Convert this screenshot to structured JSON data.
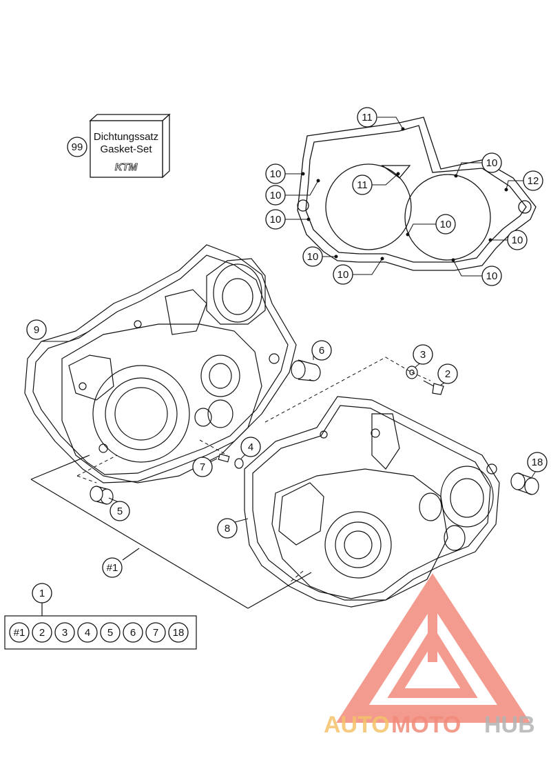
{
  "gasket_box": {
    "line1": "Dichtungssatz",
    "line2": "Gasket-Set",
    "logo": "KTM",
    "callout": "99"
  },
  "callouts": {
    "c1": "1",
    "c2": "2",
    "c3": "3",
    "c4": "4",
    "c5": "5",
    "c6": "6",
    "c7": "7",
    "c8": "8",
    "c9": "9",
    "c10": "10",
    "c11": "11",
    "c12": "12",
    "c18": "18",
    "set": "#1"
  },
  "set_legend": {
    "items": [
      "#1",
      "2",
      "3",
      "4",
      "5",
      "6",
      "7",
      "18"
    ]
  },
  "watermark": {
    "part1": "AUTO",
    "part2": "MOTO",
    "part3": "HUB",
    "colors": {
      "auto": "#f5c26a",
      "moto": "#f28b7a",
      "hub": "#b3b3b3",
      "logo": "#f07a6a"
    }
  }
}
